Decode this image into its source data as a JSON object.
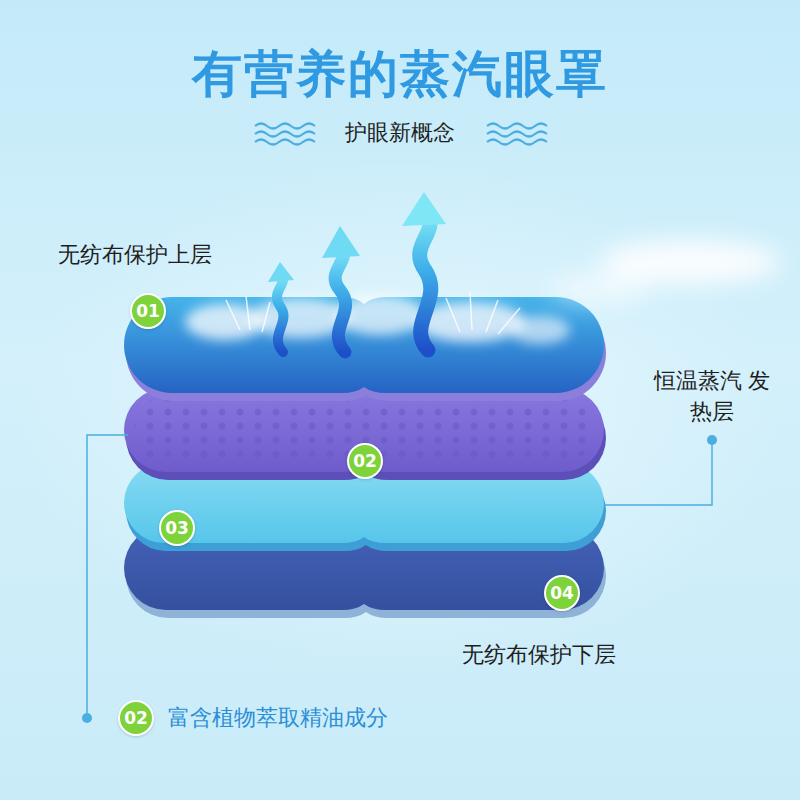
{
  "diagram": {
    "title": "有营养的蒸汽眼罩",
    "nodes": [
      {
        "text": [
          "01"
        ]
      },
      {
        "text": [
          "02"
        ]
      },
      {
        "text": [
          "03"
        ]
      },
      {
        "text": [
          "04"
        ]
      },
      {
        "text": [
          "02"
        ]
      }
    ],
    "labels": [
      "护眼新概念",
      "无纺布保护上层",
      "恒温蒸汽 发热层",
      "无纺布保护下层",
      "富含植物萃取精油成分"
    ]
  }
}
